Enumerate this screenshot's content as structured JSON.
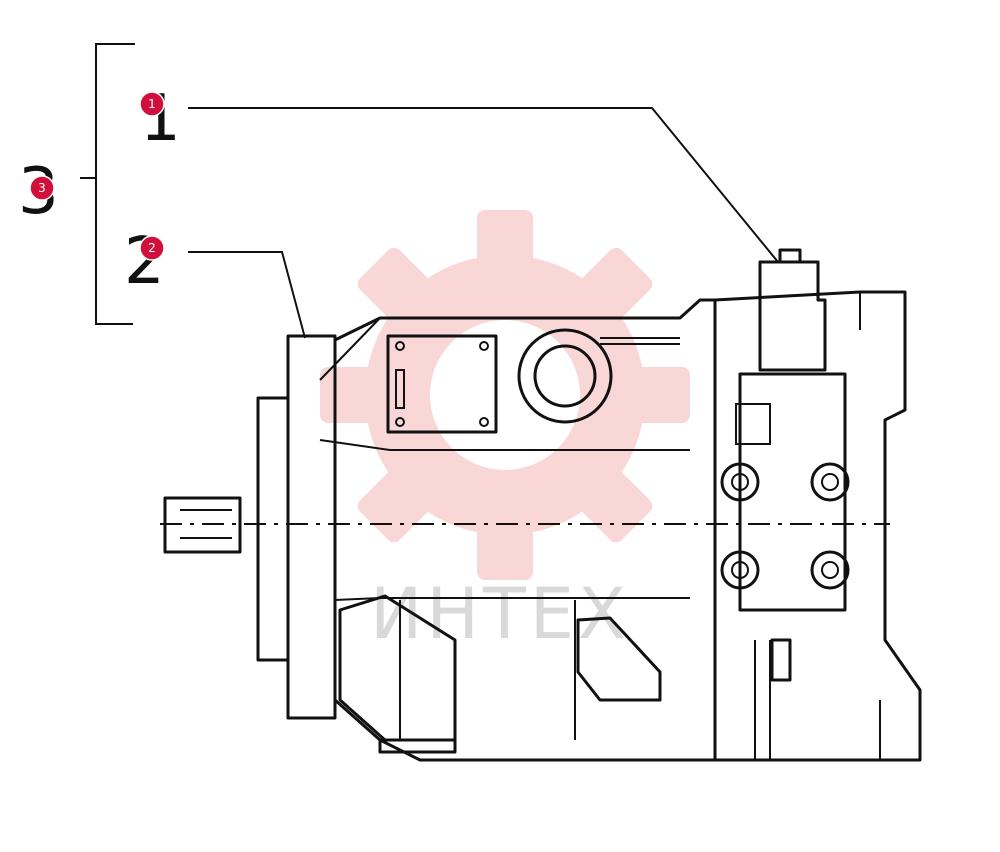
{
  "labels": {
    "part_1": "1",
    "part_2": "2",
    "assembly_3": "3"
  },
  "badges": {
    "b1": "1",
    "b2": "2",
    "b3": "3"
  },
  "watermark": {
    "text": "ИНТЕХ"
  },
  "colors": {
    "badge": "#d0103a",
    "watermark_logo": "#f5b7b7",
    "watermark_text": "#d9d9d9",
    "ink": "#111111"
  }
}
